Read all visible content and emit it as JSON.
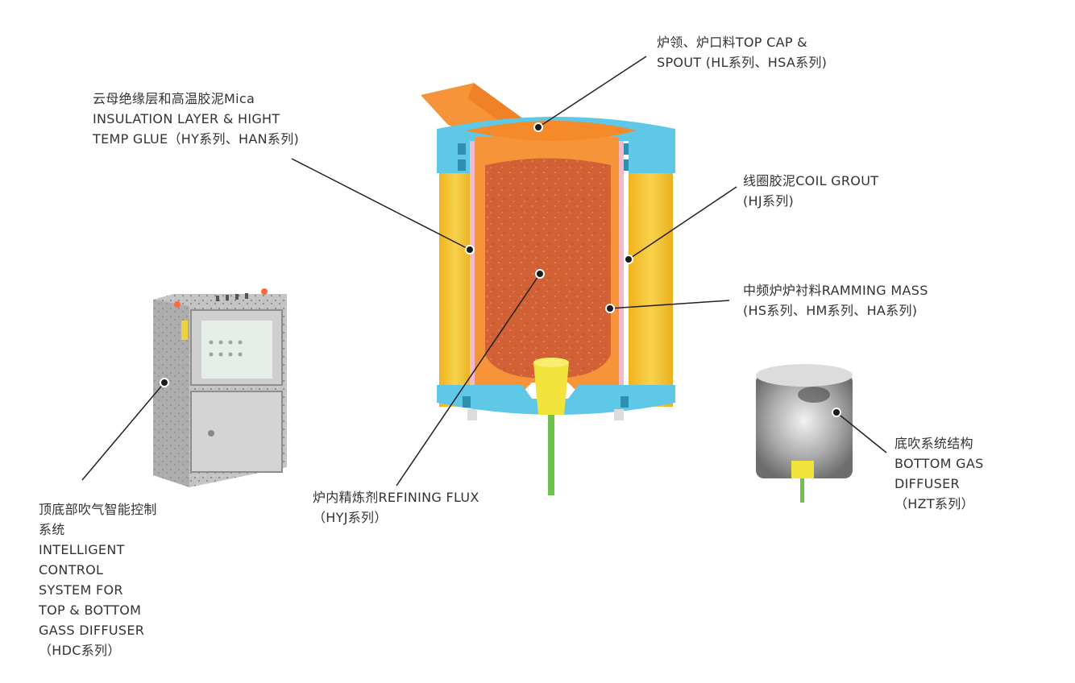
{
  "labels": {
    "top_cap": [
      "炉领、炉口料TOP CAP &",
      "SPOUT (HL系列、HSA系列)"
    ],
    "mica": [
      "云母绝缘层和高温胶泥Mica",
      "INSULATION LAYER & HIGHT",
      "TEMP GLUE（HY系列、HAN系列)"
    ],
    "coil_grout": [
      "线圈胶泥COIL GROUT",
      "(HJ系列)"
    ],
    "ramming_mass": [
      "中频炉炉衬料RAMMING MASS",
      "(HS系列、HM系列、HA系列)"
    ],
    "refining_flux": [
      "炉内精炼剂REFINING FLUX",
      "（HYJ系列）"
    ],
    "bottom_diffuser": [
      "底吹系统结构",
      "BOTTOM GAS",
      "DIFFUSER",
      "（HZT系列）"
    ],
    "control_system": [
      "顶底部吹气智能控制",
      "系统",
      "INTELLIGENT",
      "CONTROL",
      "SYSTEM FOR",
      "TOP & BOTTOM",
      "GASS DIFFUSER",
      "（HDC系列）"
    ]
  },
  "colors": {
    "refractory_orange": "#f7943a",
    "lining_core": "#d9663a",
    "coil_yellow": "#f4c233",
    "insulation_blue": "#5ec8e6",
    "mica_pink": "#f3b9c9",
    "plug_yellow": "#f2e33c",
    "gas_pipe_green": "#6cc24a",
    "cabinet_gray": "#b9b9b9",
    "leader_line": "#222222"
  },
  "icons": [
    "furnace-cutaway",
    "control-cabinet",
    "gas-diffuser-plug"
  ]
}
